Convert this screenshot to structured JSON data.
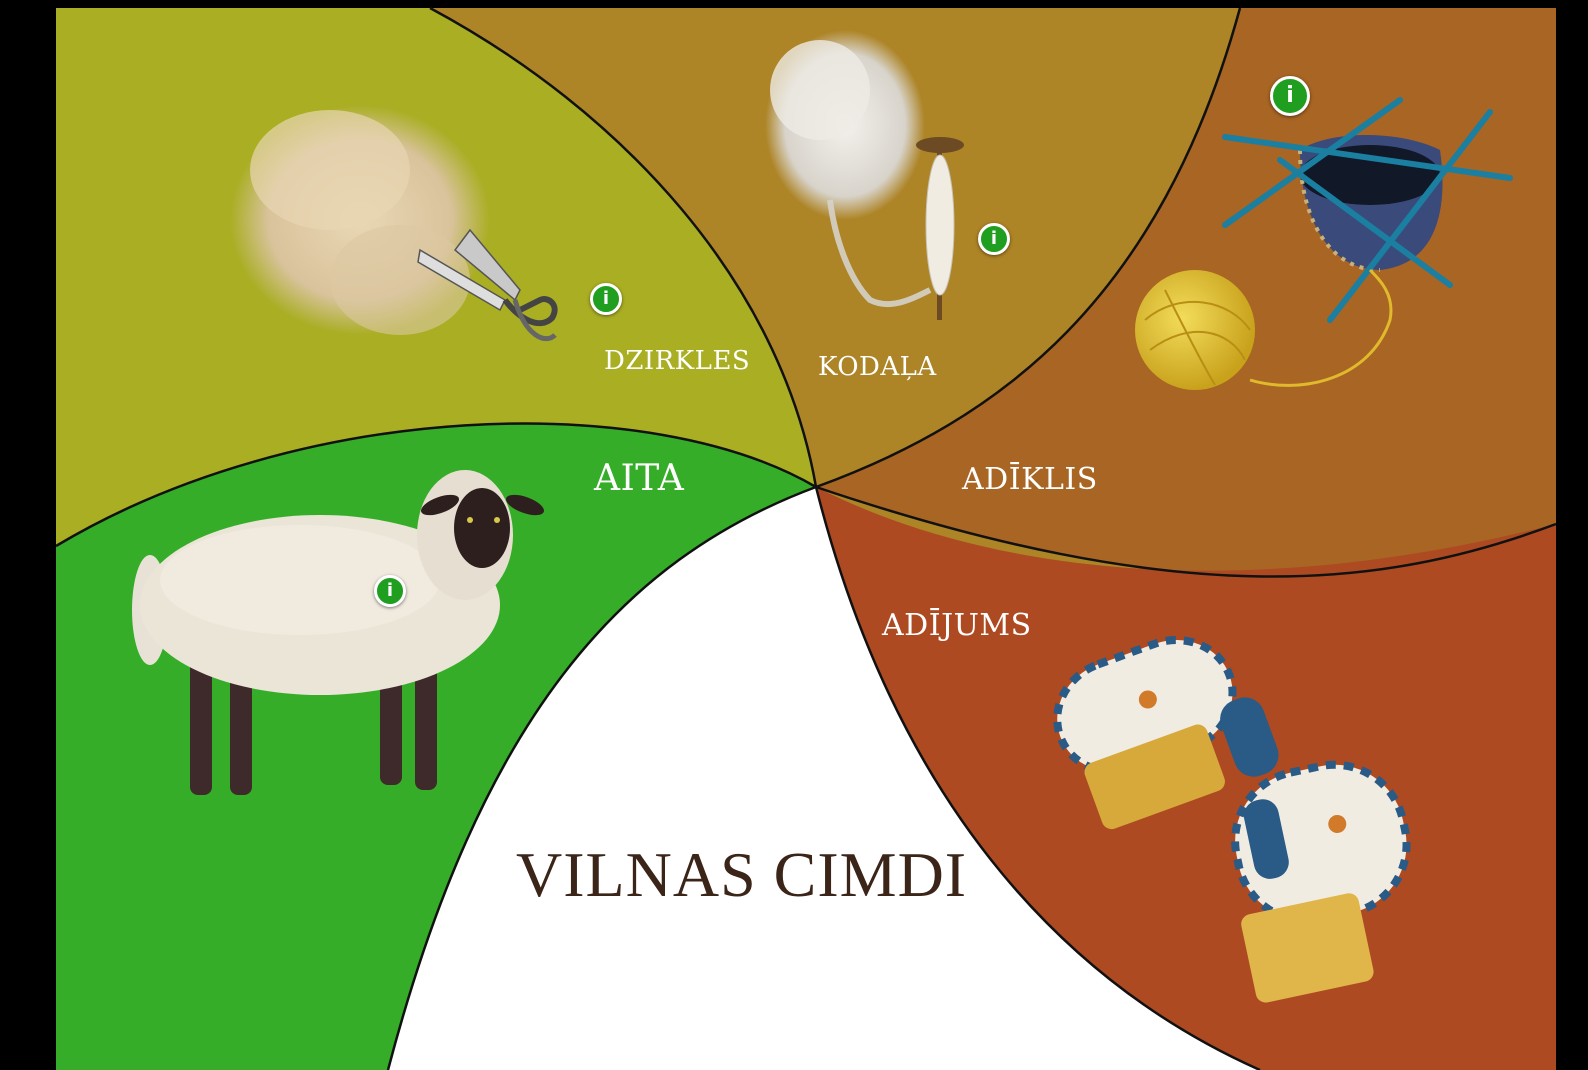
{
  "title": "VILNAS CIMDI",
  "sections": {
    "aita": "AITA",
    "dzirkles": "DZIRKLES",
    "kodala": "KODAĻA",
    "adiklis": "ADĪKLIS",
    "adijums": "ADĪJUMS"
  },
  "info_glyph": "i",
  "colors": {
    "aita": "#35ad28",
    "dzirkles": "#a9ae23",
    "kodala": "#ad8426",
    "adiklis": "#a86523",
    "adijums": "#ad4a22",
    "center": "#ffffff",
    "title": "#3b2418",
    "info": "#1f9e1f"
  },
  "icons": [
    "sheep-icon",
    "shears-icon",
    "wool-tuft-icon",
    "drop-spindle-icon",
    "knitting-needles-icon",
    "yarn-ball-icon",
    "mittens-icon",
    "info-icon"
  ]
}
